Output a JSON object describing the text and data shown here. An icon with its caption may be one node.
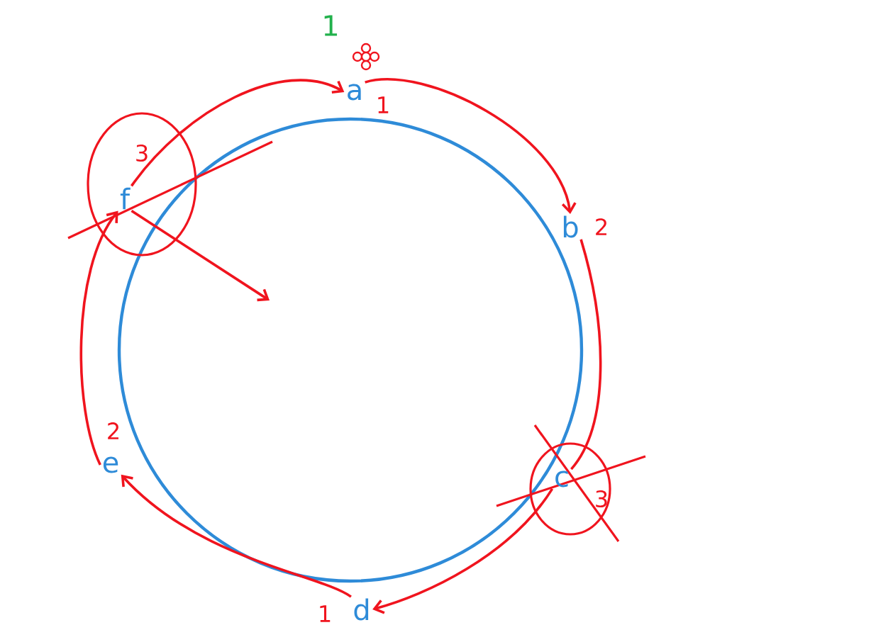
{
  "diagram": {
    "nodes": [
      {
        "text": [
          "a"
        ],
        "beside": [
          "1"
        ]
      },
      {
        "text": [
          "b"
        ],
        "beside": [
          "2"
        ]
      },
      {
        "text": [
          "c"
        ],
        "beside": [
          "3"
        ]
      },
      {
        "text": [
          "d"
        ],
        "beside": [
          "1"
        ]
      },
      {
        "text": [
          "e"
        ],
        "beside": [
          "2"
        ]
      },
      {
        "text": [
          "f"
        ],
        "beside": [
          "3"
        ]
      }
    ],
    "edges": [
      {
        "from": 5,
        "to": 0,
        "arrow": "to"
      },
      {
        "from": 0,
        "to": 1,
        "arrow": "to"
      },
      {
        "from": 1,
        "to": 2,
        "arrow": "none"
      },
      {
        "from": 2,
        "to": 3,
        "arrow": "to"
      },
      {
        "from": 3,
        "to": 4,
        "arrow": "to"
      },
      {
        "from": 4,
        "to": 5,
        "arrow": "to"
      },
      {
        "from": 5,
        "to": null,
        "arrow": "to"
      }
    ],
    "labels": [
      "1"
    ]
  }
}
